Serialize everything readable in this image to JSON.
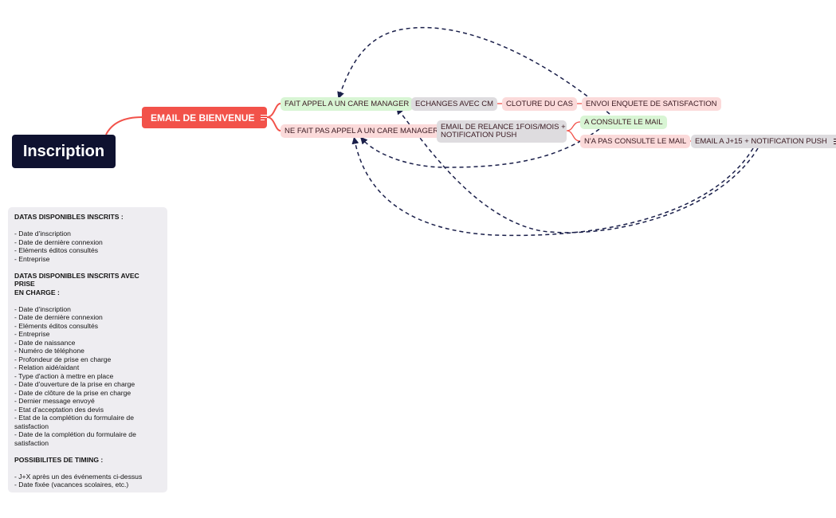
{
  "root": {
    "label": "Inscription"
  },
  "email_bienvenue": {
    "label": "EMAIL DE BIENVENUE"
  },
  "branch_appel": {
    "label": "FAIT APPEL A UN CARE MANAGER"
  },
  "branch_no_appel": {
    "label": "NE FAIT PAS APPEL A UN CARE MANAGER"
  },
  "echanges": {
    "label": "ECHANGES AVEC CM"
  },
  "cloture": {
    "label": "CLOTURE DU CAS"
  },
  "enquete": {
    "label": "ENVOI ENQUETE DE SATISFACTION"
  },
  "relance": {
    "line1": "EMAIL DE RELANCE 1FOIS/MOIS +",
    "line2": "NOTIFICATION PUSH"
  },
  "consulte": {
    "label": "A CONSULTE LE MAIL"
  },
  "pas_consulte": {
    "label": "N'A PAS CONSULTE LE MAIL"
  },
  "email_j15": {
    "label": "EMAIL A J+15 + NOTIFICATION PUSH"
  },
  "info_panel": {
    "title1": "DATAS DISPONIBLES INSCRITS :",
    "list1": [
      "- Date d'inscription",
      "- Date de dernière connexion",
      "- Eléments éditos consultés",
      "- Entreprise"
    ],
    "title2_line1": "DATAS DISPONIBLES INSCRITS AVEC PRISE",
    "title2_line2": "EN CHARGE :",
    "list2": [
      "- Date d'inscription",
      "- Date de dernière connexion",
      "- Eléments éditos consultés",
      "- Entreprise",
      "- Date de naissance",
      "- Numéro de téléphone",
      "- Profondeur de prise en charge",
      "- Relation aidé/aidant",
      "- Type d'action à mettre en place",
      "- Date d'ouverture de la prise en charge",
      "- Date de clôture de la prise en charge",
      "- Dernier message envoyé",
      "- Etat d'acceptation des devis",
      "- Etat de la complétion du formulaire de",
      "satisfaction",
      "- Date de la complétion du formulaire de",
      "satisfaction"
    ],
    "title3": "POSSIBILITES DE TIMING :",
    "list3": [
      "- J+X après un des événements ci-dessus",
      "- Date fixée (vacances scolaires, etc.)"
    ]
  },
  "colors": {
    "root_bg": "#0f1230",
    "accent": "#f2524a",
    "green_pill": "#d8f5d4",
    "pink_pill": "#fbdada",
    "gray_pill": "#dedcdf",
    "dashed": "#1a1f4a"
  },
  "icons": {
    "note": "note-lines-icon"
  }
}
